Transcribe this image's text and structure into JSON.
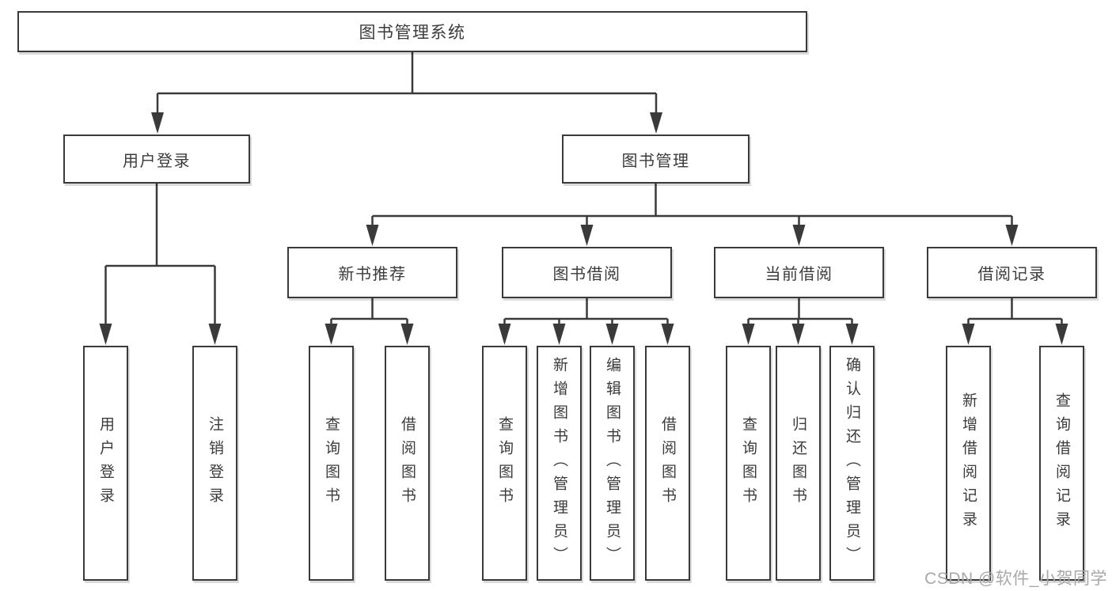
{
  "palette": {
    "line": "#3a3a3a",
    "text": "#3b3b3b",
    "watermark": "#a8a8a8",
    "background": "#ffffff"
  },
  "watermark": "CSDN @软件_小贺同学",
  "tree": {
    "label": "图书管理系统",
    "children": [
      {
        "label": "用户登录",
        "children": [
          {
            "label": "用户登录"
          },
          {
            "label": "注销登录"
          }
        ]
      },
      {
        "label": "图书管理",
        "children": [
          {
            "label": "新书推荐",
            "children": [
              {
                "label": "查询图书"
              },
              {
                "label": "借阅图书"
              }
            ]
          },
          {
            "label": "图书借阅",
            "children": [
              {
                "label": "查询图书"
              },
              {
                "label": "新增图书（管理员）"
              },
              {
                "label": "编辑图书（管理员）"
              },
              {
                "label": "借阅图书"
              }
            ]
          },
          {
            "label": "当前借阅",
            "children": [
              {
                "label": "查询图书"
              },
              {
                "label": "归还图书"
              },
              {
                "label": "确认归还（管理员）"
              }
            ]
          },
          {
            "label": "借阅记录",
            "children": [
              {
                "label": "新增借阅记录"
              },
              {
                "label": "查询借阅记录"
              }
            ]
          }
        ]
      }
    ]
  }
}
